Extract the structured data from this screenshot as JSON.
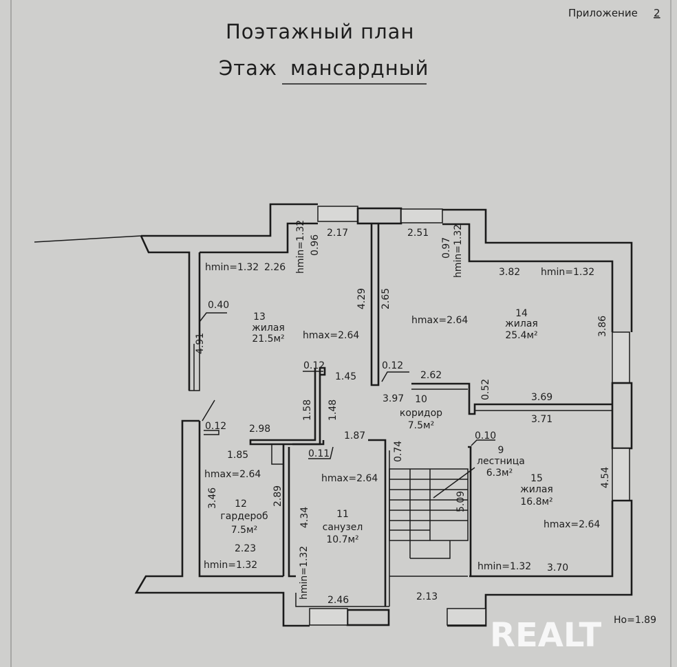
{
  "header": {
    "appendix": "Приложение",
    "appendix_no": "2",
    "title": "Поэтажный план",
    "floor_prefix": "Этаж",
    "floor_name": "мансардный"
  },
  "rooms": [
    {
      "no": "13",
      "type": "жилая",
      "area": "21.5м²"
    },
    {
      "no": "14",
      "type": "жилая",
      "area": "25.4м²"
    },
    {
      "no": "10",
      "type": "коридор",
      "area": "7.5м²"
    },
    {
      "no": "9",
      "type": "лестница",
      "area": "6.3м²"
    },
    {
      "no": "15",
      "type": "жилая",
      "area": "16.8м²"
    },
    {
      "no": "12",
      "type": "гардероб",
      "area": "7.5м²"
    },
    {
      "no": "11",
      "type": "санузел",
      "area": "10.7м²"
    }
  ],
  "dims": [
    "hmin=1.32",
    "2.26",
    "hmin=1.32",
    "0.96",
    "2.17",
    "2.51",
    "0.97",
    "hmin=1.32",
    "3.82",
    "hmin=1.32",
    "0.40",
    "hmax=2.64",
    "4.91",
    "4.29",
    "2.65",
    "hmax=2.64",
    "3.86",
    "0.12",
    "1.45",
    "0.12",
    "2.62",
    "0.52",
    "3.69",
    "3.71",
    "3.97",
    "1.58",
    "1.48",
    "0.12",
    "2.98",
    "1.87",
    "0.74",
    "0.10",
    "1.85",
    "0.11",
    "hmax=2.64",
    "hmax=2.64",
    "4.54",
    "3.46",
    "2.89",
    "5.09",
    "4.34",
    "hmax=2.64",
    "2.23",
    "hmin=1.32",
    "hmin=1.32",
    "hmin=1.32",
    "3.70",
    "2.46",
    "2.13",
    "Ho=1.89"
  ],
  "watermark": "REALT"
}
